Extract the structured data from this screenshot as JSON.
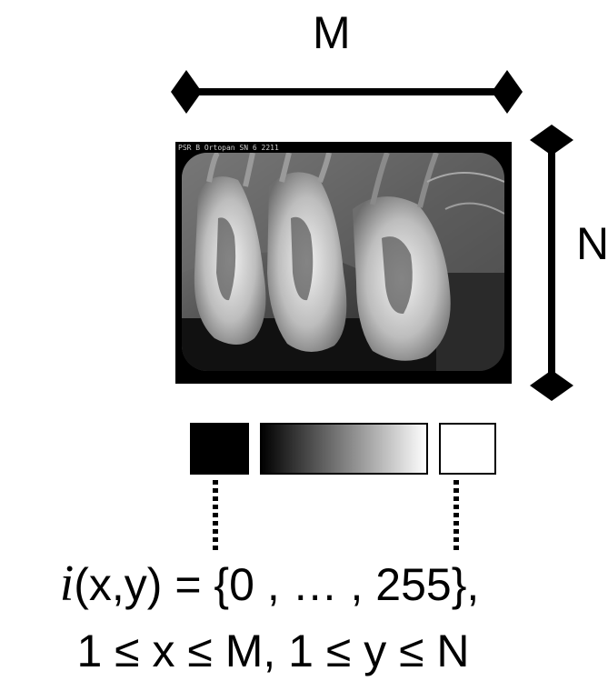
{
  "dimension_labels": {
    "width": "M",
    "height": "N"
  },
  "image": {
    "caption": "PSR B Ortopan SN 6 2211",
    "subject": "dental radiograph (x-ray) of molars"
  },
  "intensity_scale": {
    "min_swatch": "black",
    "gradient": "black-to-white",
    "max_swatch": "white"
  },
  "formula": {
    "function_symbol": "i",
    "function_args": "(x,y) = {0 ,  …  ,  255},",
    "constraints": "1 ≤ x ≤ M,  1 ≤ y ≤ N"
  },
  "colors": {
    "foreground": "#000000",
    "background": "#ffffff"
  }
}
